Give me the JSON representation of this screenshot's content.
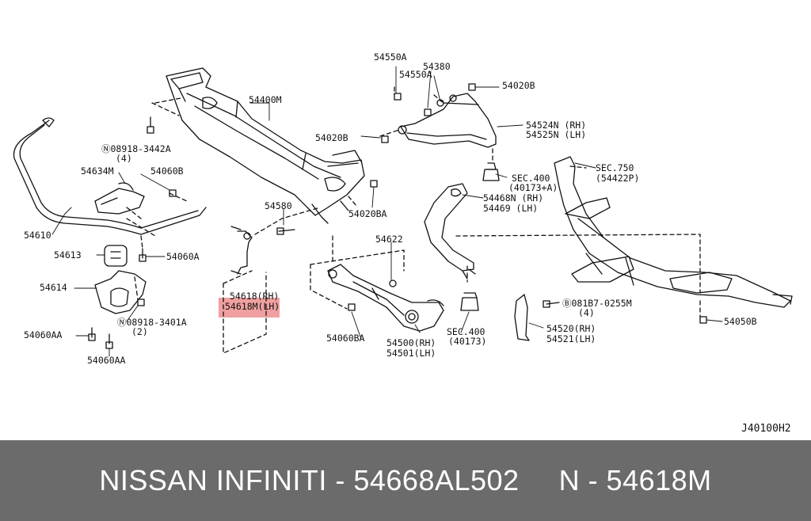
{
  "diagram_code": "J40100H2",
  "highlight_color": "#f0a0a0",
  "footer": {
    "left": "NISSAN INFINITI - 54668AL502",
    "right": "N - 54618M",
    "background": "#6b6b6b"
  },
  "labels": {
    "p54550A_1": "54550A",
    "p54380": "54380",
    "p54550A_2": "54550A",
    "p54020B_1": "54020B",
    "p54400M": "54400M",
    "p54524N": "54524N (RH)",
    "p54525N": "54525N (LH)",
    "p08918_3442A": "08918-3442A",
    "p08918_3442A_qty": "(4)",
    "p54020B_2": "54020B",
    "p54634M": "54634M",
    "p54060B": "54060B",
    "sec750": "SEC.750",
    "p54422P": "(54422P)",
    "sec400_1": "SEC.400",
    "p40173A": "(40173+A)",
    "p54468N": "54468N (RH)",
    "p54469": "54469 (LH)",
    "p54580": "54580",
    "p54020BA": "54020BA",
    "p54610": "54610",
    "p54622": "54622",
    "p54613": "54613",
    "p54060A": "54060A",
    "p54614": "54614",
    "p54618": "54618(RH)",
    "p54618M": "54618M(LH)",
    "p081B7": "081B7-0255M",
    "p081B7_qty": "(4)",
    "p54050B": "54050B",
    "p54060AA_1": "54060AA",
    "p08918_3401A": "08918-3401A",
    "p08918_3401A_qty": "(2)",
    "p54060BA": "54060BA",
    "sec400_2": "SEC.400",
    "p40173": "(40173)",
    "p54500": "54500(RH)",
    "p54501": "54501(LH)",
    "p54520": "54520(RH)",
    "p54521": "54521(LH)",
    "p54060AA_2": "54060AA"
  }
}
